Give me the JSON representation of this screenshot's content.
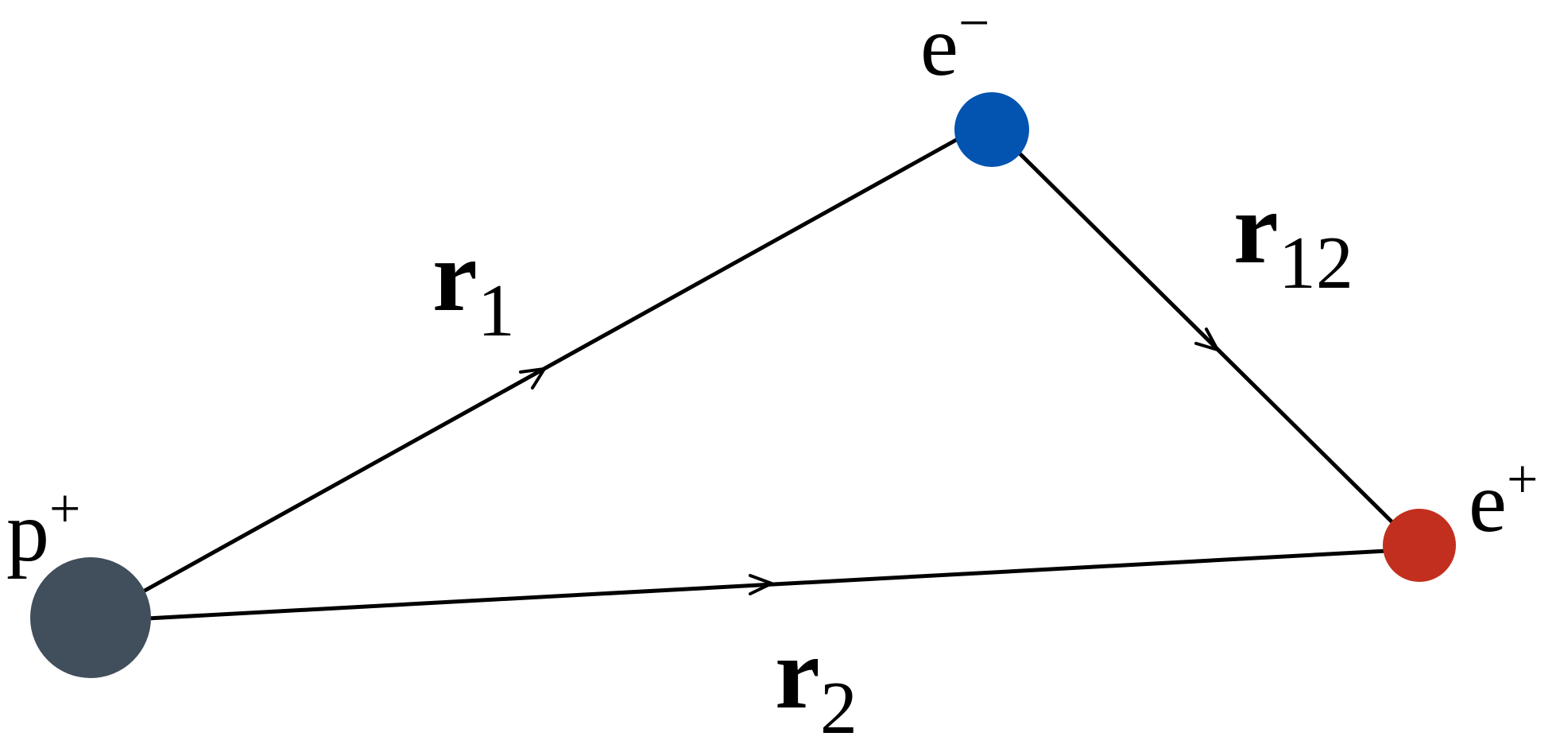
{
  "particles": {
    "proton": {
      "symbol": "p",
      "charge": "+",
      "color": "#414e5b"
    },
    "electron": {
      "symbol": "e",
      "charge": "−",
      "color": "#0254b0"
    },
    "positron": {
      "symbol": "e",
      "charge": "+",
      "color": "#c22f1e"
    }
  },
  "vectors": {
    "r1": {
      "symbol": "r",
      "subscript": "1"
    },
    "r2": {
      "symbol": "r",
      "subscript": "2"
    },
    "r12": {
      "symbol": "r",
      "subscript": "12"
    }
  }
}
